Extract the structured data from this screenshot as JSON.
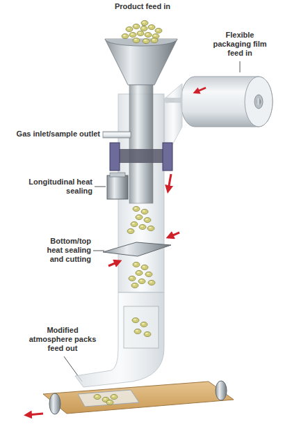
{
  "diagram": {
    "labels": [
      "Product feed in",
      "Flexible packaging film feed in",
      "Gas inlet/sample outlet",
      "Longitudinal heat sealing",
      "Bottom/top heat sealing and cutting",
      "Modified atmosphere packs feed out"
    ]
  }
}
